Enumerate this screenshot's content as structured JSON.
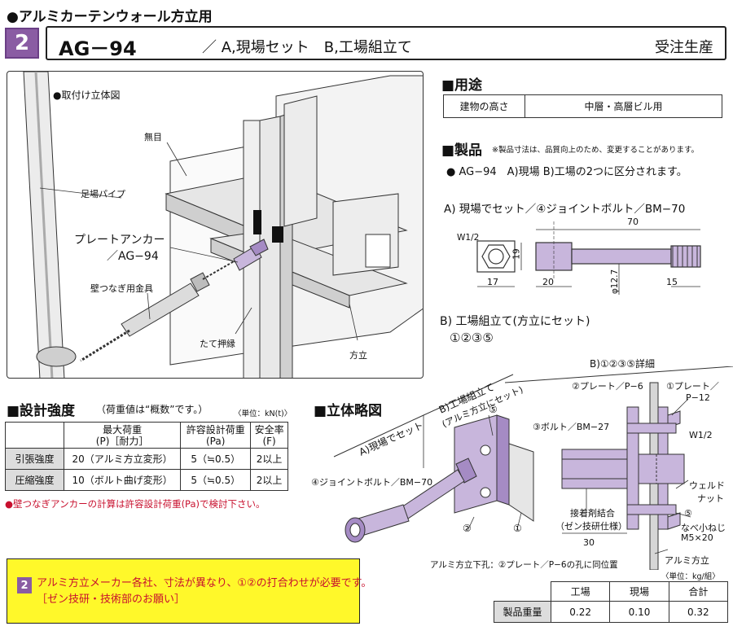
{
  "header": {
    "category": "●アルミカーテンウォール方立用",
    "number": "2",
    "model": "AG－94",
    "subtitle": "／ A,現場セット　B,工場組立て",
    "order": "受注生産"
  },
  "illustration": {
    "title": "●取付け立体図",
    "labels": {
      "mullion_top": "無目",
      "pipe": "足場パイプ",
      "anchor1": "プレートアンカー",
      "anchor2": "／AG−94",
      "fitting": "壁つなぎ用金具",
      "cover": "たて押縁",
      "mullion": "方立"
    }
  },
  "use": {
    "title": "■用途",
    "row_label": "建物の高さ",
    "row_value": "中層・高層ビル用"
  },
  "product": {
    "title": "■製品",
    "note": "※製品寸法は、品質向上のため、変更することがあります。",
    "desc": "● AG−94　A)現場 B)工場の2つに区分されます。",
    "a_title": "A) 現場でセット／④ジョイントボルト／BM−70",
    "a_dims": {
      "w": "W1/2",
      "len": "70",
      "h": "19",
      "d17": "17",
      "d20": "20",
      "phi": "φ12.7",
      "d15": "15"
    },
    "b_title": "B) 工場組立て(方立にセット)",
    "b_parts": "①②③⑤"
  },
  "strength": {
    "title": "■設計強度",
    "title_sub": "（荷重値は“概数”です。）",
    "unit": "〈単位：kN(t)〉",
    "headers": [
      [
        "最大荷重",
        "(P)［耐力］"
      ],
      [
        "許容設計荷重",
        "(Pa)"
      ],
      [
        "安全率",
        "(F)"
      ]
    ],
    "rows": [
      {
        "label": "引張強度",
        "max": "20（アルミ方立変形）",
        "allow": "5（≒0.5）",
        "safety": "2以上"
      },
      {
        "label": "圧縮強度",
        "max": "10（ボルト曲げ変形）",
        "allow": "5（≒0.5）",
        "safety": "2以上"
      }
    ],
    "note": "●壁つなぎアンカーの計算は許容設計荷重(Pa)で検討下さい。"
  },
  "sketch": {
    "title": "■立体略図",
    "label_a": "A)現場でセット",
    "label_b": "B)工場組立て",
    "label_b2": "(アルミ方立にセット)",
    "bolt": "④ジョイントボルト／BM−70",
    "p5": "⑤",
    "p2": "②",
    "p1": "①"
  },
  "detail": {
    "title": "B)①②③⑤詳細",
    "plate2": "②プレート／P−6",
    "plate1": "①プレート／",
    "plate1b": "P−12",
    "bolt3": "③ボルト／BM−27",
    "w": "W1/2",
    "nut1": "ウェルド",
    "nut2": "ナット",
    "adh1": "接着剤結合",
    "adh2": "（ゼン技研仕様）",
    "screw5": "⑤",
    "screw1": "なべ小ねじ",
    "screw2": "M5×20",
    "d30": "30",
    "hole": "アルミ方立下孔：②プレート／P−6の孔に同位置",
    "mullion": "アルミ方立"
  },
  "weight": {
    "unit": "〈単位：kg/組〉",
    "headers": [
      "工場",
      "現場",
      "合計"
    ],
    "row_label": "製品重量",
    "values": [
      "0.22",
      "0.10",
      "0.32"
    ]
  },
  "notice": {
    "number": "2",
    "line1": "アルミ方立メーカー各社、寸法が異なり、①②の打合わせが必要です。",
    "line2": "［ゼン技研・技術部のお願い］"
  },
  "colors": {
    "purple": "#8a5ca3",
    "lavender": "#c8b6dc",
    "yellow": "#fff82a",
    "red": "#c8102e"
  }
}
